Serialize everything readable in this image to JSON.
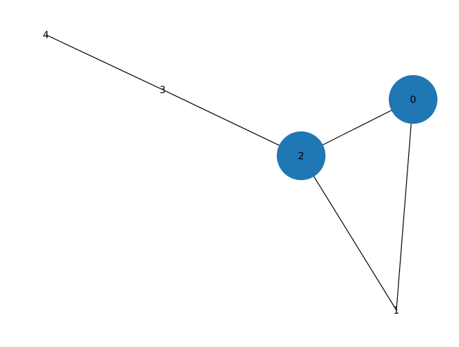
{
  "graph": {
    "nodes": [
      {
        "id": "0",
        "label": "0",
        "filled": true
      },
      {
        "id": "1",
        "label": "1",
        "filled": false
      },
      {
        "id": "2",
        "label": "2",
        "filled": true
      },
      {
        "id": "3",
        "label": "3",
        "filled": false
      },
      {
        "id": "4",
        "label": "4",
        "filled": false
      }
    ],
    "edges": [
      [
        "0",
        "2"
      ],
      [
        "0",
        "1"
      ],
      [
        "2",
        "1"
      ],
      [
        "2",
        "3"
      ],
      [
        "3",
        "4"
      ]
    ],
    "colors": {
      "node_fill": "#1f77b4",
      "edge": "#000000",
      "label": "#000000"
    }
  }
}
